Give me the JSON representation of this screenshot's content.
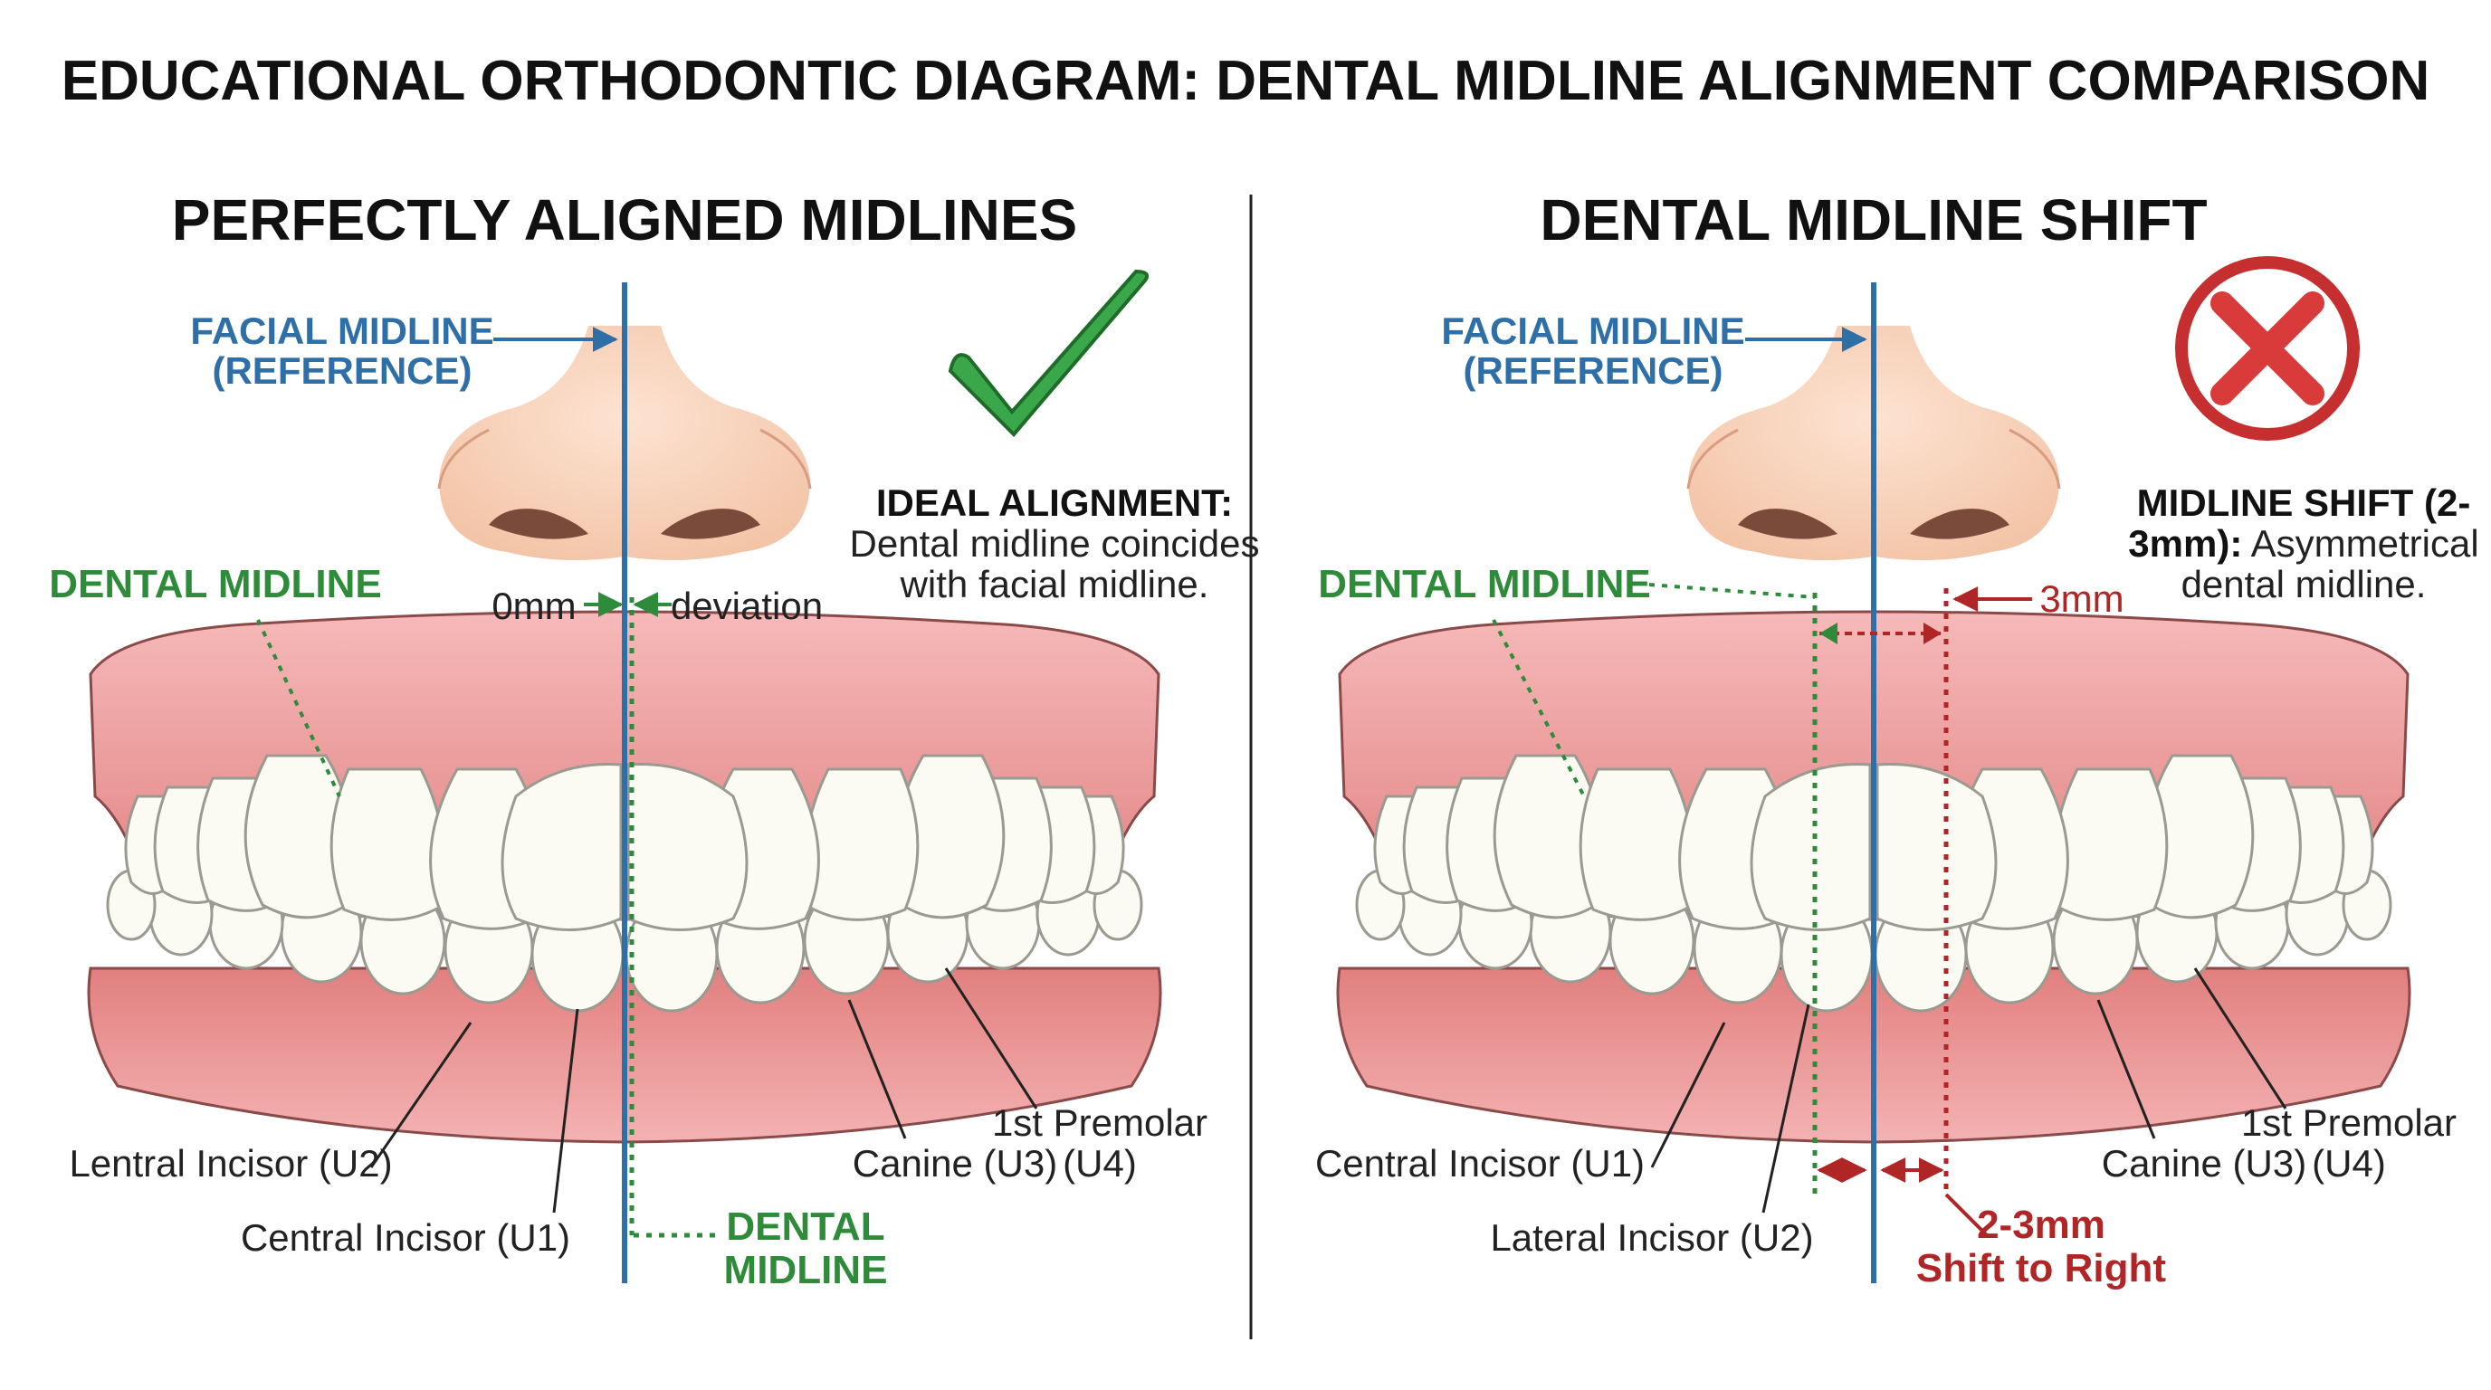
{
  "title": "EDUCATIONAL ORTHODONTIC DIAGRAM: DENTAL MIDLINE ALIGNMENT COMPARISON",
  "colors": {
    "facial_midline": "#2f6fa8",
    "dental_midline": "#2e8b3a",
    "shift": "#b02626",
    "gum": "#e58b8b",
    "nose": "#f2c2a4",
    "tooth": "#fbfaf3"
  },
  "left": {
    "heading": "PERFECTLY ALIGNED MIDLINES",
    "icon": "check-icon",
    "facial_midline": [
      "FACIAL MIDLINE",
      "(REFERENCE)"
    ],
    "dental_midline": "DENTAL MIDLINE",
    "deviation_value": "0mm",
    "deviation_text": "deviation",
    "note_title": "IDEAL ALIGNMENT:",
    "note_lines": [
      "Dental midline coincides",
      "with facial midline."
    ],
    "label_u2": "Lentral Incisor (U2)",
    "label_u1": "Central Incisor (U1)",
    "label_canine": "Canine (U3)",
    "label_premolar_line1": "1st Premolar",
    "label_premolar_line2": "(U4)",
    "bottom_dental": [
      "DENTAL",
      "MIDLINE"
    ]
  },
  "right": {
    "heading": "DENTAL MIDLINE SHIFT",
    "icon": "x-mark-icon",
    "facial_midline": [
      "FACIAL MIDLINE",
      "(REFERENCE)"
    ],
    "dental_midline": "DENTAL MIDLINE",
    "note_title": "MIDLINE SHIFT (2-",
    "note_title2": "3mm):",
    "note_text2": "Asymmetrical",
    "note_line3": "dental midline.",
    "measure": "3mm",
    "label_u1": "Central Incisor (U1)",
    "label_u2": "Lateral Incisor (U2)",
    "label_canine": "Canine (U3)",
    "label_premolar_line1": "1st Premolar",
    "label_premolar_line2": "(U4)",
    "shift": [
      "2-3mm",
      "Shift to Right"
    ]
  }
}
